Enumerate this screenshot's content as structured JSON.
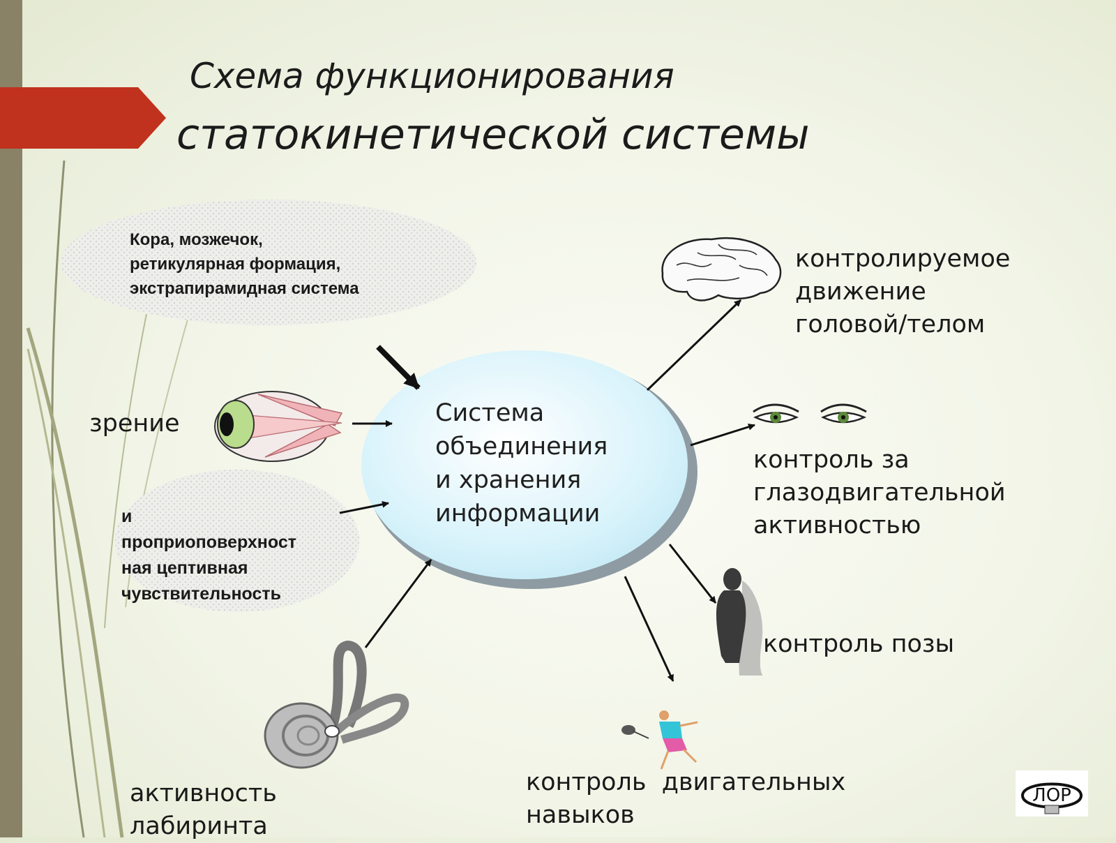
{
  "title": {
    "line1": "Схема функционирования",
    "line2": "статокинетической системы"
  },
  "center": {
    "lines": [
      "Система",
      "объединения",
      "и хранения",
      "информации"
    ]
  },
  "cortex_bubble": {
    "lines": [
      "Кора, мозжечок,",
      "ретикулярная формация,",
      "экстрапирамидная система"
    ]
  },
  "proprio_bubble": {
    "lines": [
      "и",
      "проприоповерхност",
      "ная цептивная",
      "чувствительность"
    ]
  },
  "inputs": {
    "vision": "зрение",
    "labyrinth": [
      "активность",
      "лабиринта"
    ]
  },
  "outputs": {
    "head_body": [
      "контролируемое",
      "движение",
      "головой/телом"
    ],
    "eye": [
      "контроль за",
      "глазодвигательной",
      "активностью"
    ],
    "posture": "контроль позы",
    "skills": [
      "контроль  двигательных",
      "навыков"
    ]
  },
  "logo": {
    "text": "ЛОР"
  },
  "colors": {
    "accent_red": "#c0321e",
    "side_bar": "#8a8266",
    "center_fill": "#d9f3fb",
    "arrow": "#111111"
  },
  "icons": [
    "brain-icon",
    "eyes-icon",
    "eyeball-icon",
    "inner-ear-icon",
    "silhouette-icon",
    "tennis-player-icon"
  ]
}
